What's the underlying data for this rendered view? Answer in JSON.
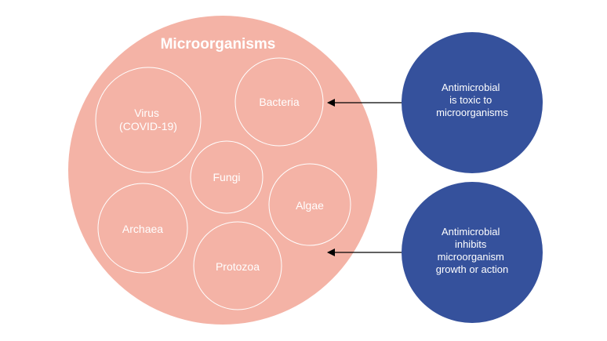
{
  "title": "Microorganisms",
  "organisms": {
    "virus": [
      "Virus",
      "(COVID-19)"
    ],
    "bacteria": "Bacteria",
    "fungi": "Fungi",
    "algae": "Algae",
    "archaea": "Archaea",
    "protozoa": "Protozoa"
  },
  "actions": {
    "toxic": [
      "Antimicrobial",
      "is toxic to",
      "microorganisms"
    ],
    "inhibits": [
      "Antimicrobial",
      "inhibits",
      "microorganism",
      "growth or action"
    ]
  },
  "colors": {
    "big_circle": "#f4b3a6",
    "inner_stroke": "#ffffff",
    "blue_circle": "#35519c",
    "arrow": "#000000"
  }
}
